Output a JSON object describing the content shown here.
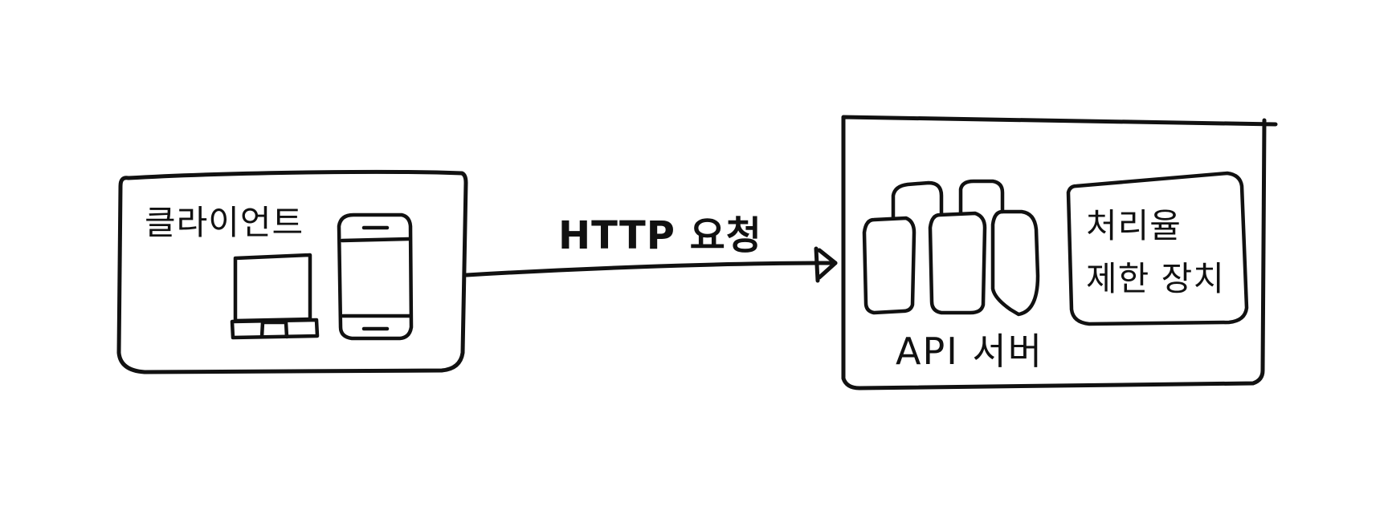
{
  "client": {
    "label": "클라이언트",
    "devices": [
      "laptop-icon",
      "smartphone-icon"
    ]
  },
  "request": {
    "label": "HTTP 요청"
  },
  "server": {
    "label": "API 서버",
    "rate_limiter": {
      "line1": "처리율",
      "line2": "제한 장치"
    }
  },
  "colors": {
    "stroke": "#111111",
    "background": "#ffffff"
  }
}
